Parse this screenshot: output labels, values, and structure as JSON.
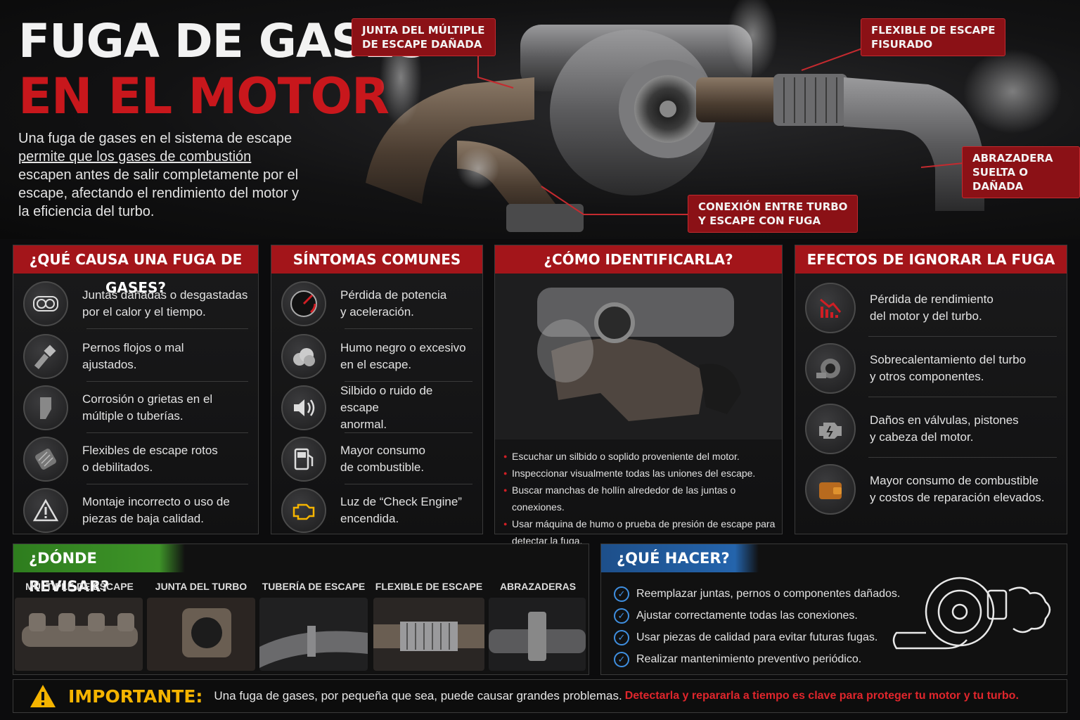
{
  "title": {
    "line1": "FUGA DE GASES",
    "line2": "EN EL MOTOR"
  },
  "intro": {
    "part1": "Una fuga de gases en el sistema de escape",
    "part2": "permite que los gases de combustión",
    "part3": "escapen antes de salir completamente por el escape, afectando el rendimiento del motor y la eficiencia del turbo."
  },
  "callouts": {
    "manifold_gasket": "JUNTA DEL MÚLTIPLE\nDE ESCAPE DAÑADA",
    "flex_pipe": "FLEXIBLE DE ESCAPE\nFISURADO",
    "clamp": "ABRAZADERA\nSUELTA O DAÑADA",
    "turbo_connection": "CONEXIÓN ENTRE TURBO\nY ESCAPE CON FUGA"
  },
  "causes": {
    "title": "¿QUÉ CAUSA UNA FUGA DE GASES?",
    "items": [
      {
        "text": "Juntas dañadas o desgastadas\npor el calor y el tiempo.",
        "icon": "gasket-icon"
      },
      {
        "text": "Pernos flojos o mal\najustados.",
        "icon": "bolt-icon"
      },
      {
        "text": "Corrosión o grietas en el\nmúltiple o tuberías.",
        "icon": "pipe-icon"
      },
      {
        "text": "Flexibles de escape rotos\no debilitados.",
        "icon": "flex-pipe-icon"
      },
      {
        "text": "Montaje incorrecto o uso de\npiezas de baja calidad.",
        "icon": "warning-icon"
      }
    ]
  },
  "symptoms": {
    "title": "SÍNTOMAS COMUNES",
    "items": [
      {
        "text": "Pérdida de potencia\ny aceleración.",
        "icon": "gauge-icon"
      },
      {
        "text": "Humo negro o excesivo\nen el escape.",
        "icon": "smoke-icon"
      },
      {
        "text": "Silbido o ruido de escape\nanormal.",
        "icon": "speaker-icon"
      },
      {
        "text": "Mayor consumo\nde combustible.",
        "icon": "fuel-pump-icon"
      },
      {
        "text": "Luz de “Check Engine”\nencendida.",
        "icon": "check-engine-icon"
      }
    ]
  },
  "identify": {
    "title": "¿CÓMO IDENTIFICARLA?",
    "bullets": [
      "Escuchar un silbido o soplido proveniente del motor.",
      "Inspeccionar visualmente todas las uniones del escape.",
      "Buscar manchas de hollín alrededor de las juntas o conexiones.",
      "Usar máquina de humo o prueba de presión de escape para detectar la fuga."
    ]
  },
  "effects": {
    "title": "EFECTOS DE IGNORAR LA FUGA",
    "items": [
      {
        "text": "Pérdida de rendimiento\ndel motor y del turbo.",
        "icon": "declining-chart-icon"
      },
      {
        "text": "Sobrecalentamiento del turbo\ny otros componentes.",
        "icon": "turbo-icon"
      },
      {
        "text": "Daños en válvulas, pistones\ny cabeza del motor.",
        "icon": "engine-icon"
      },
      {
        "text": "Mayor consumo de combustible\ny costos de reparación elevados.",
        "icon": "wallet-icon"
      }
    ]
  },
  "where": {
    "title": "¿DÓNDE REVISAR?",
    "columns": [
      "MÚLTIPLE DE ESCAPE",
      "JUNTA DEL TURBO",
      "TUBERÍA DE ESCAPE",
      "FLEXIBLE DE ESCAPE",
      "ABRAZADERAS"
    ]
  },
  "todo": {
    "title": "¿QUÉ HACER?",
    "items": [
      "Reemplazar juntas, pernos o componentes dañados.",
      "Ajustar correctamente todas las conexiones.",
      "Usar piezas de calidad para evitar futuras fugas.",
      "Realizar mantenimiento preventivo periódico."
    ]
  },
  "important": {
    "label": "IMPORTANTE:",
    "text": "Una fuga de gases, por pequeña que sea, puede causar grandes problemas.",
    "highlight": "Detectarla y repararla a tiempo es clave para proteger tu motor y tu turbo."
  },
  "colors": {
    "accent": "#a3151a",
    "green": "#3e9428",
    "blue": "#2464ac",
    "warning": "#f5b400"
  }
}
